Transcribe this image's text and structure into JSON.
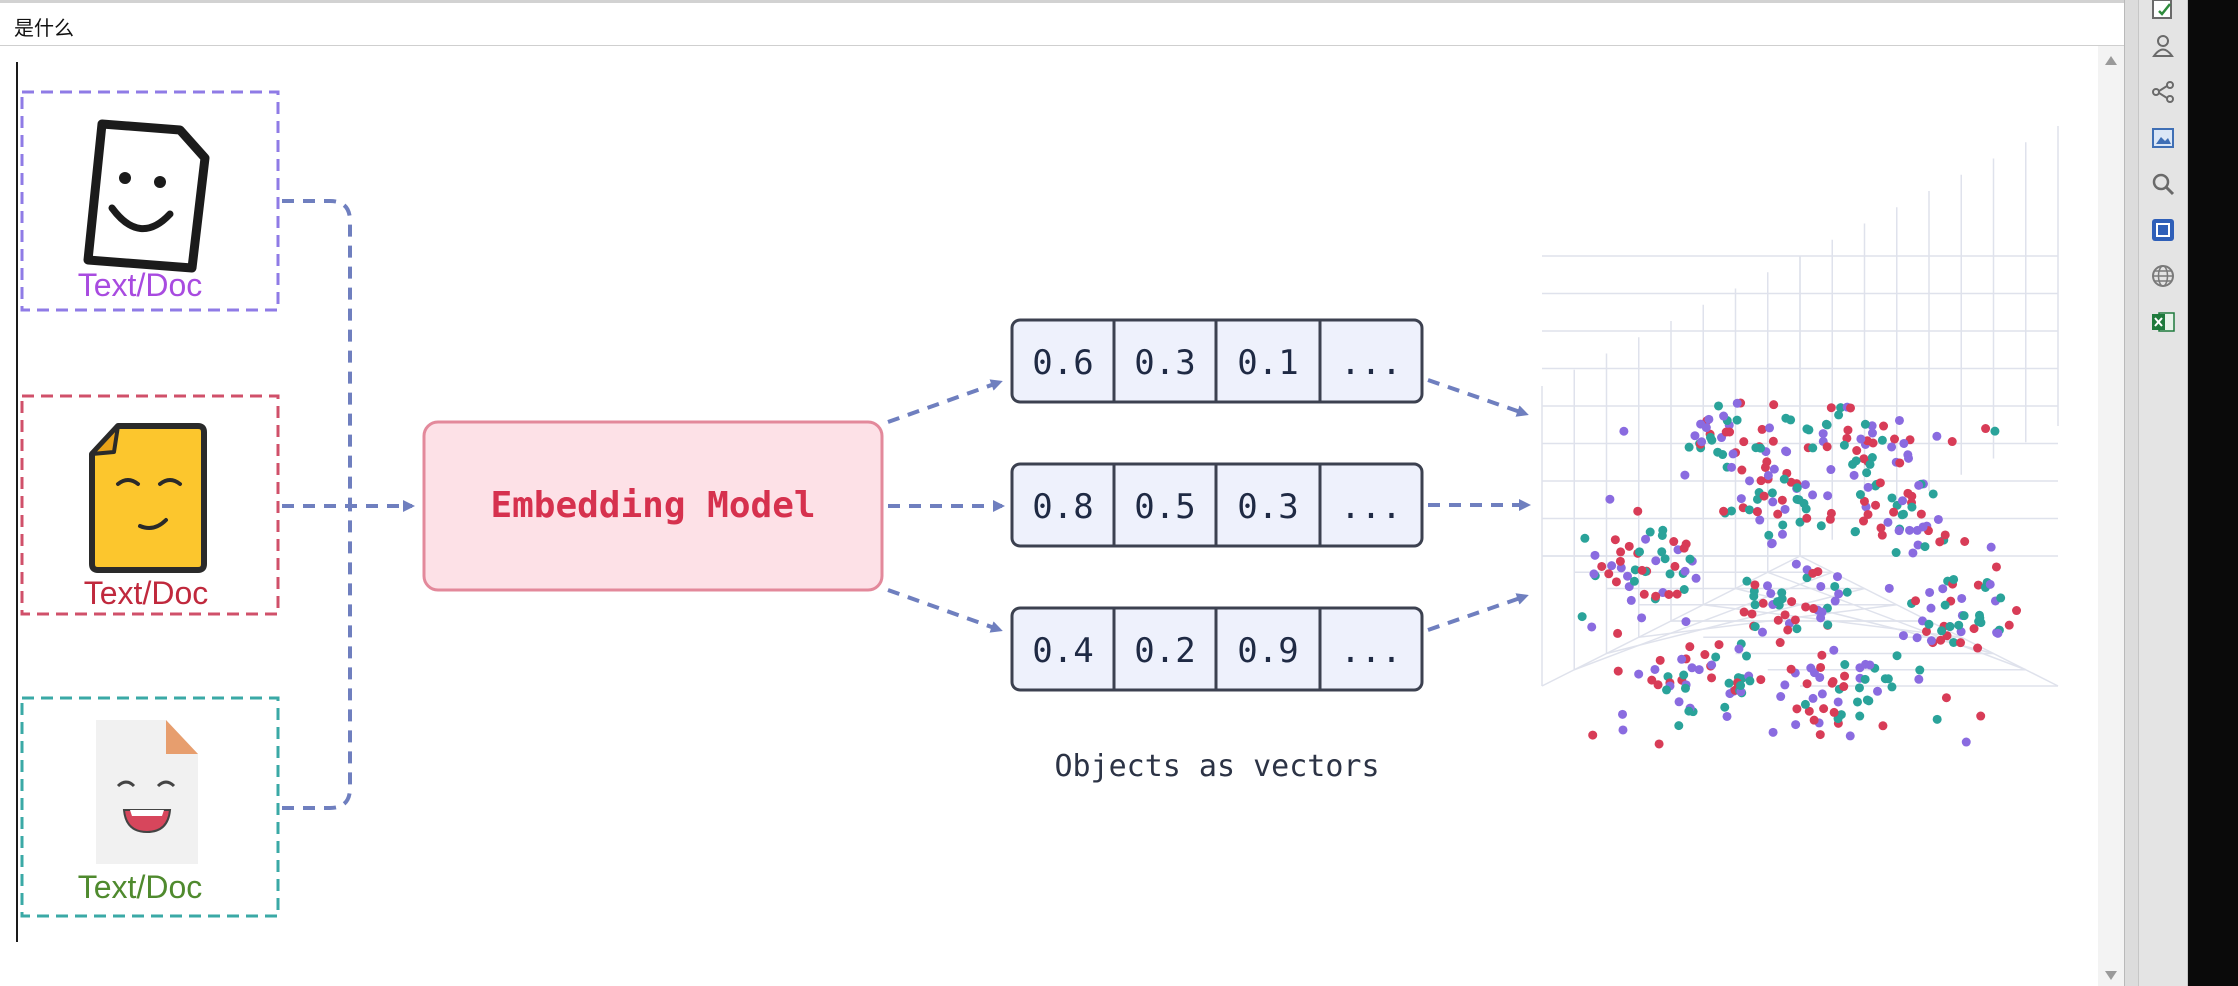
{
  "window": {
    "title": "是什么"
  },
  "diagram": {
    "inputs": [
      {
        "label": "Text/Doc",
        "color": "#a84be0",
        "border": "#8f7be6"
      },
      {
        "label": "Text/Doc",
        "color": "#c0293d",
        "border": "#d0506a"
      },
      {
        "label": "Text/Doc",
        "color": "#4f8a2e",
        "border": "#3aa9a6"
      }
    ],
    "model_label": "Embedding Model",
    "vectors": [
      {
        "values": [
          "0.6",
          "0.3",
          "0.1",
          "..."
        ]
      },
      {
        "values": [
          "0.8",
          "0.5",
          "0.3",
          "..."
        ]
      },
      {
        "values": [
          "0.4",
          "0.2",
          "0.9",
          "..."
        ]
      }
    ],
    "caption": "Objects as vectors",
    "colors": {
      "arrow": "#6f7fbf",
      "model_fill": "#fde1e7",
      "model_border": "#e3899b",
      "model_text": "#d6314e",
      "vector_fill": "#eef1fc",
      "vector_border": "#3c4150",
      "dot_purple": "#8a6be0",
      "dot_red": "#d83c57",
      "dot_teal": "#2aa39a"
    }
  },
  "toolbar": {
    "icons": [
      "edit-icon",
      "person-icon",
      "share-nodes-icon",
      "image-icon",
      "search-icon",
      "capture-icon",
      "globe-icon",
      "excel-icon"
    ]
  }
}
